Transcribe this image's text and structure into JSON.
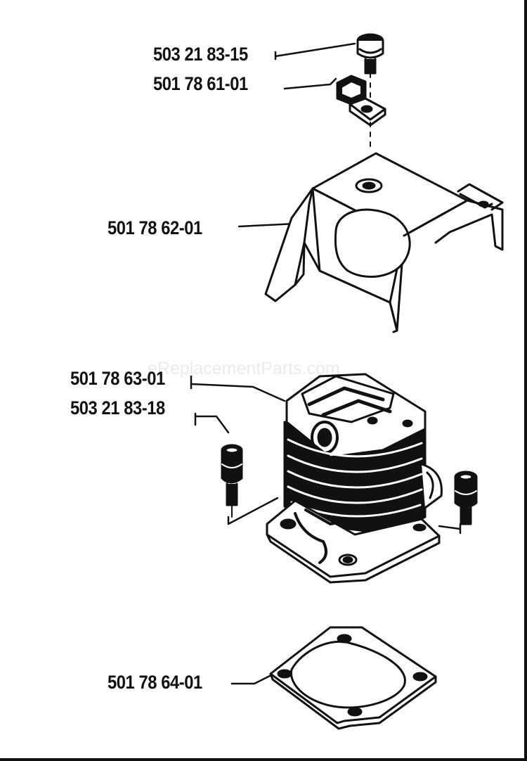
{
  "diagram": {
    "watermark": "eReplacementParts.com",
    "parts": [
      {
        "id": "screw-top",
        "number": "503 21 83-15"
      },
      {
        "id": "bracket",
        "number": "501 78 61-01"
      },
      {
        "id": "cylinder-cover",
        "number": "501 78 62-01"
      },
      {
        "id": "cylinder",
        "number": "501 78 63-01"
      },
      {
        "id": "cylinder-screw",
        "number": "503 21 83-18"
      },
      {
        "id": "gasket",
        "number": "501 78 64-01"
      }
    ]
  },
  "style": {
    "ink": "#111111",
    "paper": "#ffffff",
    "watermark_color": "#d9d9d9"
  }
}
